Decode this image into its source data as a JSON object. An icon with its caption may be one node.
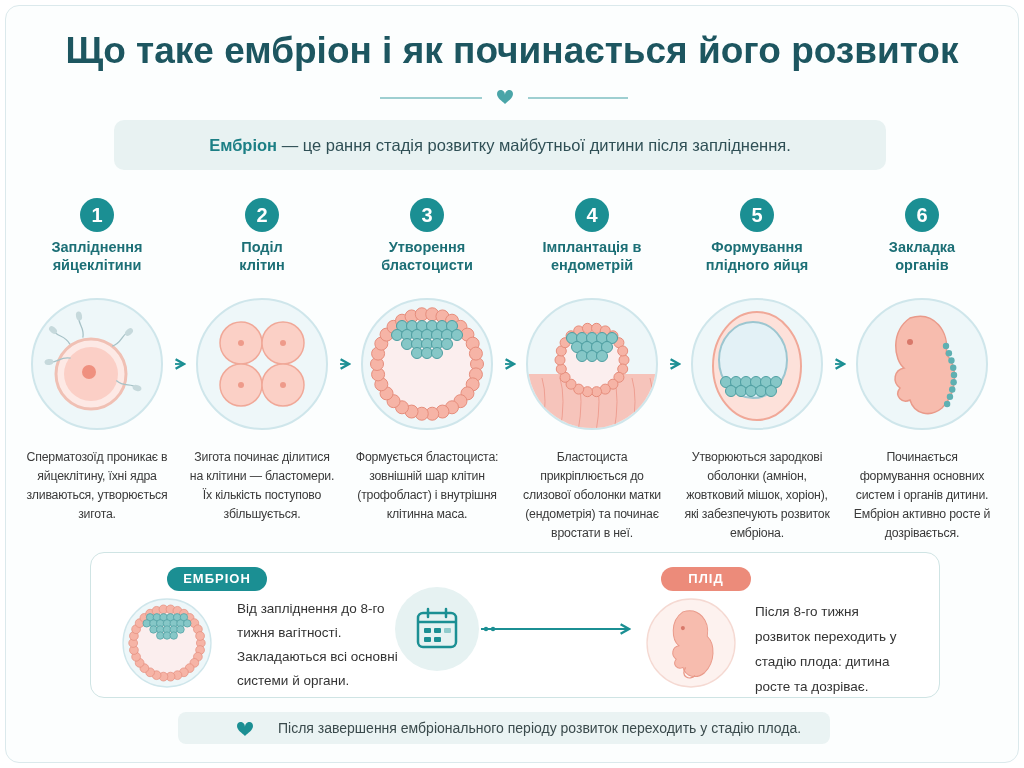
{
  "diagram": {
    "title": "Що таке ембріон і як починається його розвиток",
    "nodes": [
      {
        "text": [
          "**Ембріон** — це рання стадія розвитку майбутньої дитини після запліднення."
        ]
      },
      {
        "text": [
          "1",
          "Запліднення яйцеклітини",
          "Сперматозоїд проникає в яйцеклітину, їхні ядра зливаються, утворюється зигота."
        ]
      },
      {
        "text": [
          "2",
          "Поділ клітин",
          "Зигота починає ділитися на клітини — бластомери. Їх кількість поступово збільшується."
        ]
      },
      {
        "text": [
          "3",
          "Утворення бластоцисти",
          "Формується бластоциста: зовнішній шар клітин (трофобласт) і внутрішня клітинна маса."
        ]
      },
      {
        "text": [
          "4",
          "Імплантація в ендометрій",
          "Бластоциста прикріплюється до слизової оболонки матки (ендометрія) та починає вростати в неї."
        ]
      },
      {
        "text": [
          "5",
          "Формування плідного яйця",
          "Утворюються зародкові оболонки (амніон, жовтковий мішок, хоріон), які забезпечують розвиток ембріона."
        ]
      },
      {
        "text": [
          "6",
          "Закладка органів",
          "Починається формування основних систем і органів дитини. Ембріон активно росте й дозрівається."
        ]
      },
      {
        "text": [],
        "shape": "box"
      },
      {
        "text": [
          "ЕМБРІОН",
          "Від запліднення до 8-го тижня вагітності.",
          "Закладаються всі основні системи й органи."
        ],
        "in": 7
      },
      {
        "text": [],
        "shape": "picture",
        "in": 7
      },
      {
        "text": [
          "ПЛІД",
          "Після 8-го тижня розвиток переходить у стадію плода: дитина росте та дозріває."
        ],
        "in": 7
      },
      {
        "text": [
          "Після завершення ембріонального періоду розвиток переходить у стадію плода."
        ]
      }
    ],
    "edges": [
      {
        "from": 1,
        "to": 2,
        "arrow": "to"
      },
      {
        "from": 2,
        "to": 3,
        "arrow": "to"
      },
      {
        "from": 3,
        "to": 4,
        "arrow": "to"
      },
      {
        "from": 4,
        "to": 5,
        "arrow": "to"
      },
      {
        "from": 5,
        "to": 6,
        "arrow": "to"
      },
      {
        "from": 9,
        "to": 10,
        "arrow": "to"
      }
    ]
  }
}
